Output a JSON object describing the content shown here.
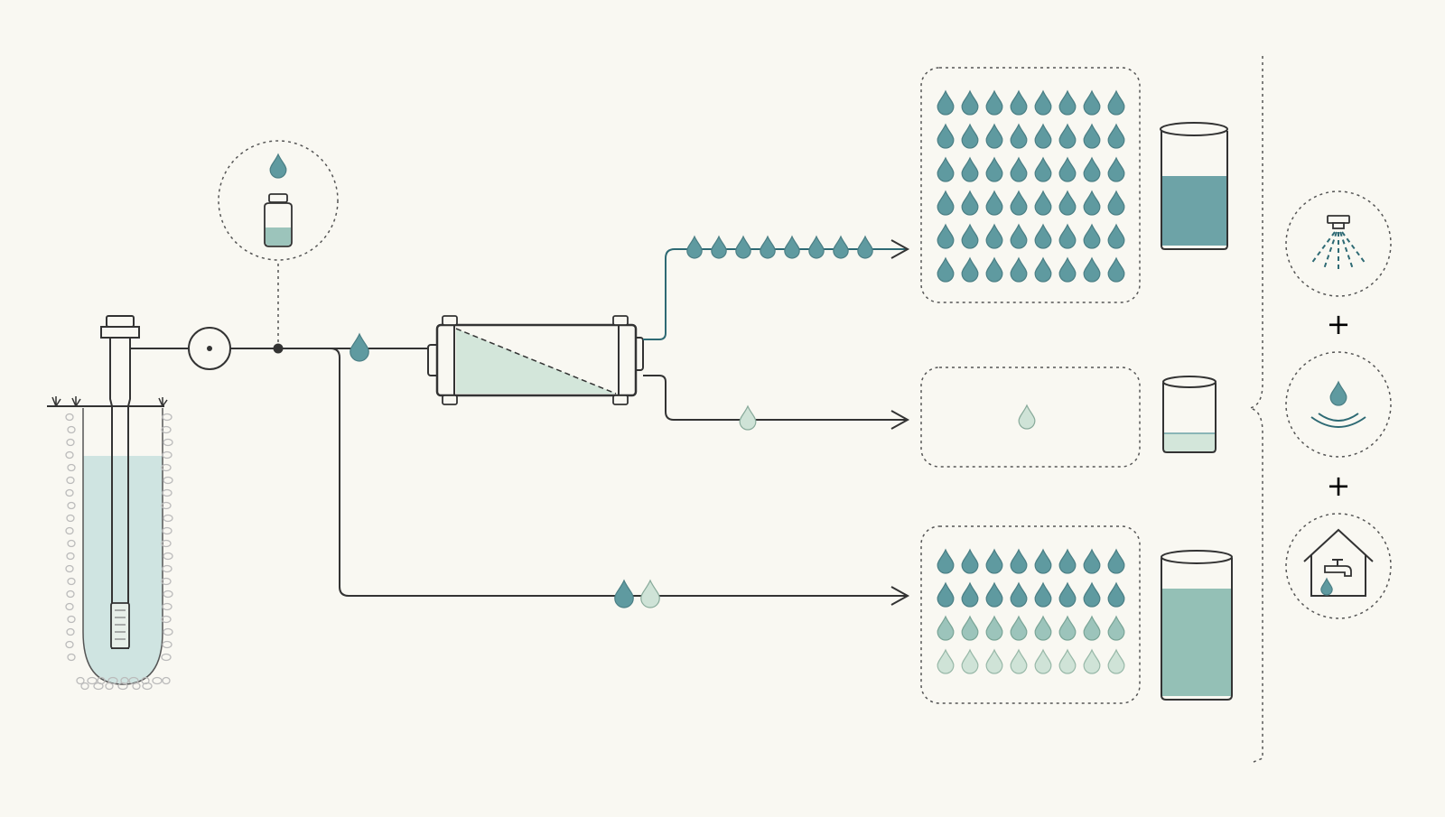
{
  "diagram": {
    "components": [
      {
        "name": "groundwater-well",
        "icon": "well-icon"
      },
      {
        "name": "pump-gauge",
        "icon": "gauge-icon"
      },
      {
        "name": "sample-point",
        "icon": "sample-bottle-icon"
      },
      {
        "name": "membrane-filter",
        "icon": "membrane-cartridge-icon"
      },
      {
        "name": "permeate-outlet",
        "icon": "drop-icon"
      },
      {
        "name": "concentrate-outlet",
        "icon": "drop-icon"
      },
      {
        "name": "bypass-blend",
        "icon": "drop-icon"
      }
    ],
    "outputs": {
      "permeate": {
        "drops_grid": 48,
        "drops_in_line": 8,
        "tank_fill": 0.6
      },
      "concentrate": {
        "drops_grid": 1,
        "drops_in_line": 1,
        "tank_fill": 0.25
      },
      "blend": {
        "drops_grid": 32,
        "dark_rows": 2,
        "light_rows": 2,
        "tank_fill": 0.75
      }
    },
    "uses": [
      {
        "name": "irrigation",
        "icon": "sprinkler-icon"
      },
      {
        "name": "water-source",
        "icon": "water-drop-ripple-icon"
      },
      {
        "name": "household-supply",
        "icon": "house-tap-icon"
      }
    ],
    "plus_signs": [
      "+",
      "+"
    ]
  },
  "colors": {
    "background": "#f9f8f2",
    "stroke": "#333333",
    "dark_drop": "#5f9aa0",
    "mid_drop": "#9cc4bb",
    "light_drop": "#cfe3d7",
    "groundwater": "#cfe4e1",
    "membrane": "#d3e6da",
    "dashed": "#555555"
  }
}
